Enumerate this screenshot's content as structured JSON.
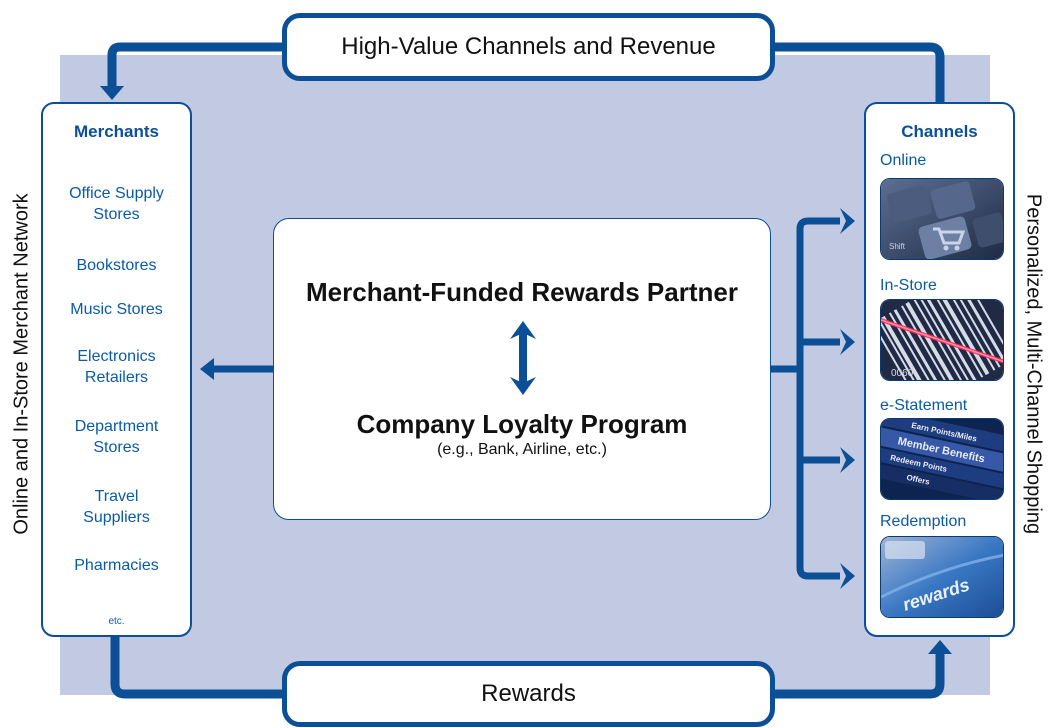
{
  "top_box": {
    "label": "High-Value Channels and Revenue"
  },
  "bottom_box": {
    "label": "Rewards"
  },
  "left_vertical_label": "Online and In-Store Merchant Network",
  "right_vertical_label": "Personalized, Multi-Channel Shopping",
  "merchants": {
    "title": "Merchants",
    "items": [
      "Office Supply",
      "Stores",
      "Bookstores",
      "Music Stores",
      "Electronics",
      "Retailers",
      "Department",
      "Stores",
      "Travel",
      "Suppliers",
      "Pharmacies"
    ],
    "etc": "etc."
  },
  "channels": {
    "title": "Channels",
    "items": [
      {
        "label": "Online",
        "image_icon": "shopping-cart-key-photo",
        "image_text": "Shift"
      },
      {
        "label": "In-Store",
        "image_icon": "barcode-scan-photo",
        "image_text": "0060"
      },
      {
        "label": "e-Statement",
        "image_icon": "member-benefits-screen-photo",
        "image_lines": [
          "Earn Points/Miles",
          "Member Benefits",
          "Redeem Points",
          "Offers"
        ]
      },
      {
        "label": "Redemption",
        "image_icon": "rewards-card-photo",
        "image_text": "rewards"
      }
    ]
  },
  "center": {
    "title": "Merchant-Funded Rewards Partner",
    "program": "Company Loyalty Program",
    "program_note": "(e.g., Bank, Airline, etc.)"
  },
  "colors": {
    "background_panel": "#c2c9e3",
    "border_blue": "#0b4f97",
    "text_blue": "#0b5aa6"
  }
}
